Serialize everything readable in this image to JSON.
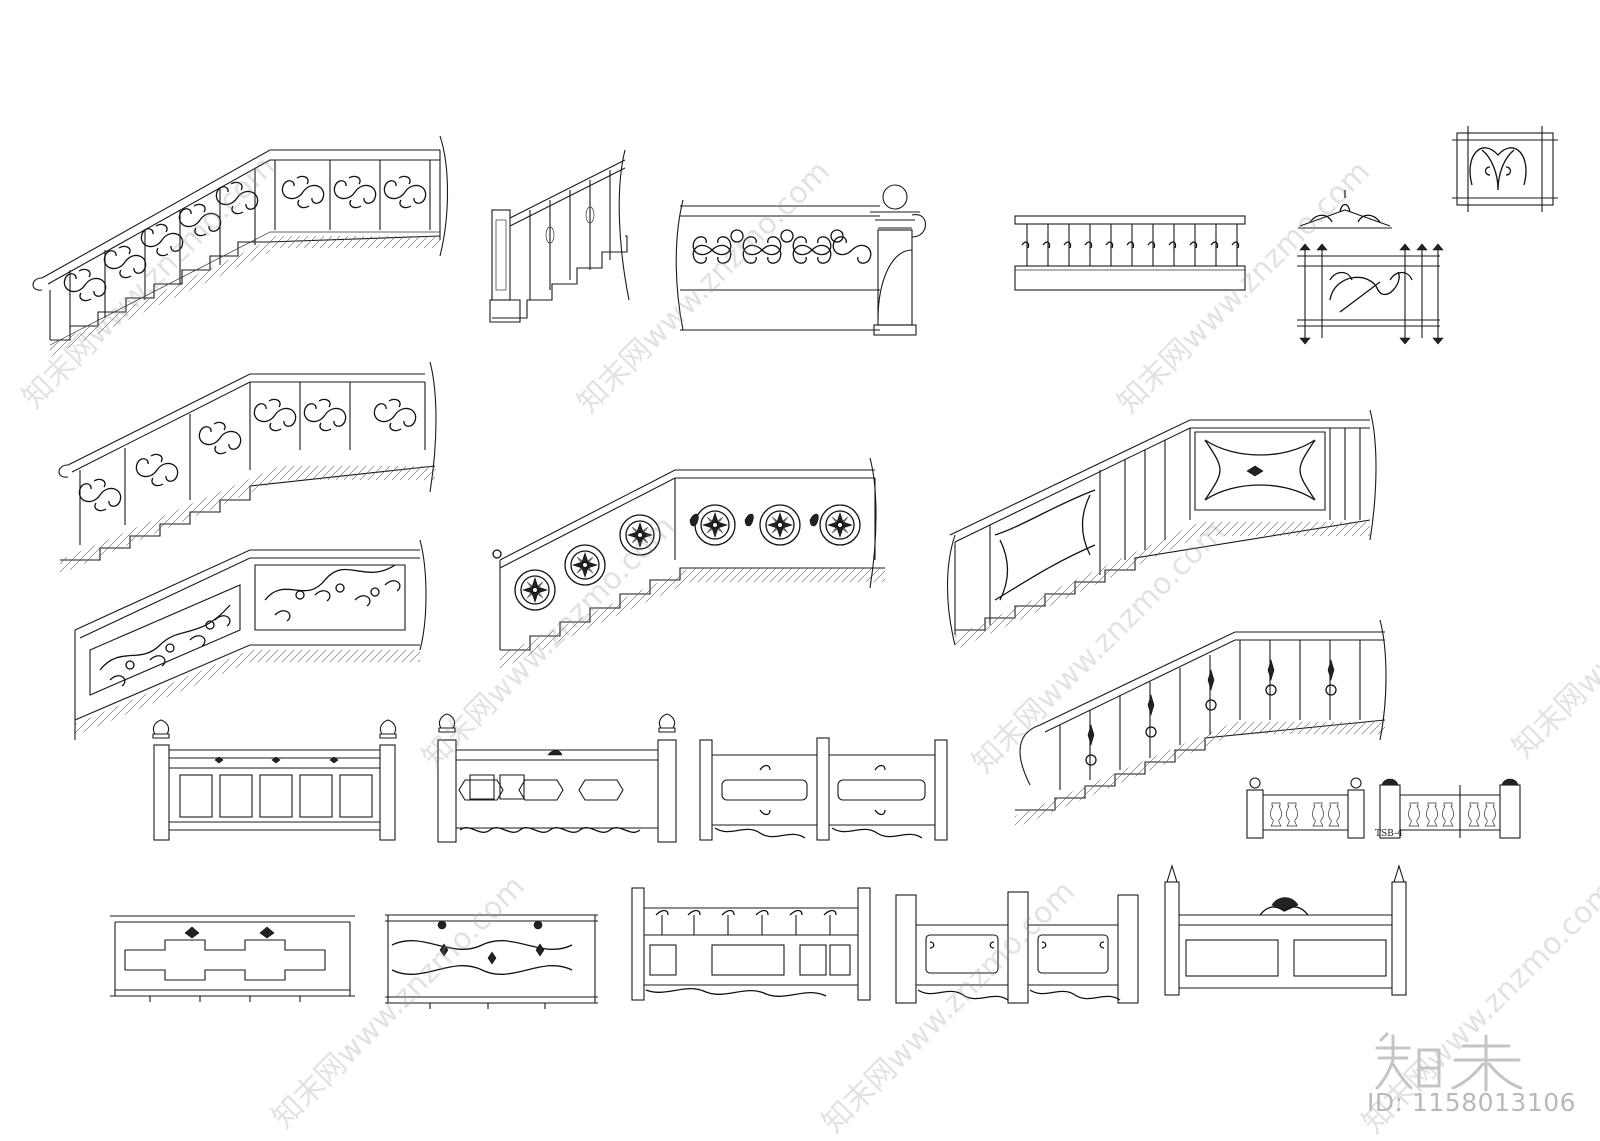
{
  "drawing_sheet": {
    "panels": [
      {
        "name": "scroll-stair-railing-1"
      },
      {
        "name": "wood-stair-baluster"
      },
      {
        "name": "balcony-railing-with-urn-post"
      },
      {
        "name": "short-baluster-railing"
      },
      {
        "name": "wrought-iron-gate-top"
      },
      {
        "name": "wrought-iron-crest"
      },
      {
        "name": "wrought-iron-grille"
      },
      {
        "name": "scroll-stair-railing-2"
      },
      {
        "name": "rosette-stair-railing"
      },
      {
        "name": "frame-stair-railing"
      },
      {
        "name": "vine-panel-stair-railing"
      },
      {
        "name": "bar-stair-railing"
      },
      {
        "name": "stone-balustrade-1"
      },
      {
        "name": "stone-balustrade-2"
      },
      {
        "name": "stone-balustrade-3"
      },
      {
        "name": "vase-baluster-set-a"
      },
      {
        "name": "vase-baluster-set-b"
      },
      {
        "name": "chinese-railing-1"
      },
      {
        "name": "chinese-railing-2"
      },
      {
        "name": "chinese-railing-3"
      },
      {
        "name": "chinese-railing-4"
      },
      {
        "name": "chinese-railing-5"
      }
    ],
    "tag_label": "TSB-4"
  },
  "watermark": {
    "text": "知末网www.znzmo.com"
  },
  "brand": {
    "logo_text": "知末",
    "id_text": "ID: 1158013106"
  }
}
